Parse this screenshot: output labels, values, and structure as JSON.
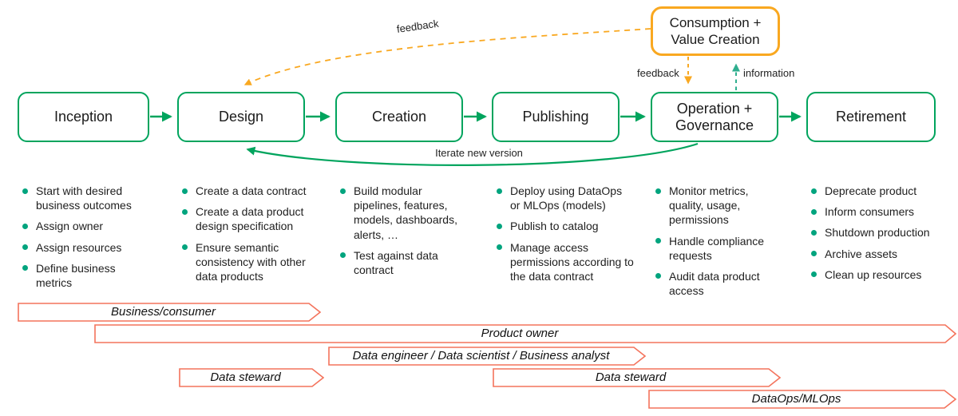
{
  "consumption_box": {
    "label": "Consumption + Value Creation"
  },
  "annotations": {
    "feedback_top_curve": "feedback",
    "feedback_drop": "feedback",
    "information": "information",
    "iterate": "Iterate new version"
  },
  "stages": [
    {
      "label": "Inception",
      "bullets": [
        "Start with desired business outcomes",
        "Assign owner",
        "Assign resources",
        "Define business metrics"
      ]
    },
    {
      "label": "Design",
      "bullets": [
        "Create a data contract",
        "Create a data product design specification",
        "Ensure semantic consistency with other data products"
      ]
    },
    {
      "label": "Creation",
      "bullets": [
        "Build modular pipelines, features, models, dashboards, alerts, …",
        "Test against data contract"
      ]
    },
    {
      "label": "Publishing",
      "bullets": [
        "Deploy using DataOps or MLOps (models)",
        "Publish to catalog",
        "Manage access permissions according to the data contract"
      ]
    },
    {
      "label": "Operation + Governance",
      "bullets": [
        "Monitor metrics, quality, usage, permissions",
        "Handle compliance requests",
        "Audit data product access"
      ]
    },
    {
      "label": "Retirement",
      "bullets": [
        "Deprecate product",
        "Inform consumers",
        "Shutdown production",
        "Archive assets",
        "Clean up resources"
      ]
    }
  ],
  "roles": [
    "Business/consumer",
    "Product owner",
    "Data engineer / Data scientist / Business analyst",
    "Data steward",
    "Data steward",
    "DataOps/MLOps"
  ],
  "colors": {
    "green": "#00A45D",
    "bullet_green": "#00A47E",
    "information_green": "#2FAE8E",
    "orange": "#F9A820",
    "coral": "#F4735C"
  }
}
